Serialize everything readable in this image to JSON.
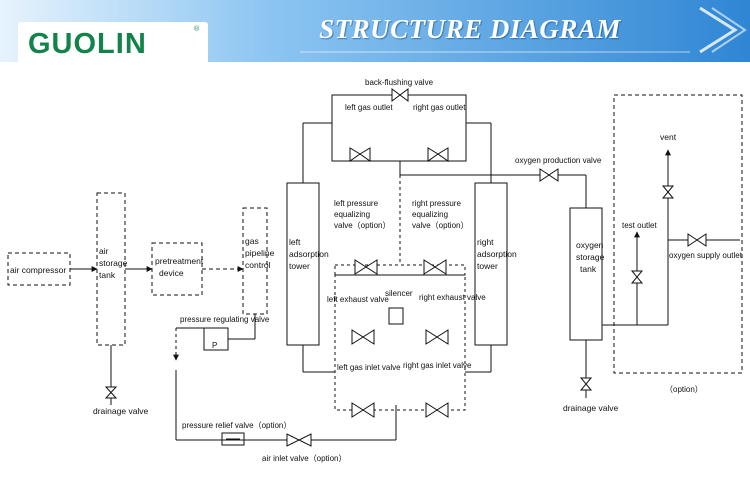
{
  "header": {
    "logo_text": "GUOLIN",
    "logo_mark": "®",
    "title": "STRUCTURE DIAGRAM"
  },
  "colors": {
    "logo_green": "#12844a",
    "banner_blue": "#2f86d4",
    "banner_light": "#8ec6f2",
    "line": "#111111"
  },
  "labels": {
    "air_compressor": "air compressor",
    "air_storage_tank": [
      "air",
      "storage",
      "tank"
    ],
    "pretreatment_device": [
      "pretreatment",
      "device"
    ],
    "gas_pipeline_control": [
      "gas",
      "pipeline",
      "control"
    ],
    "drainage_valve_left": "drainage valve",
    "pressure_regulating_valve": "pressure regulating valve",
    "regulator_mark": "P",
    "pressure_relief_valve": "pressure relief valve（option）",
    "air_inlet_valve": "air inlet valve（option）",
    "back_flushing_valve": "back-flushing valve",
    "left_gas_outlet": "left gas outlet",
    "right_gas_outlet": "right gas outlet",
    "left_adsorption_tower": [
      "left",
      "adsorption",
      "tower"
    ],
    "right_adsorption_tower": [
      "right",
      "adsorption",
      "tower"
    ],
    "left_pressure_equalizing": [
      "left pressure",
      "equalizing",
      "valve（option）"
    ],
    "right_pressure_equalizing": [
      "right pressure",
      "equalizing",
      "valve（option）"
    ],
    "silencer": "silencer",
    "left_exhaust_valve": "left exhaust valve",
    "right_exhaust_valve": "right exhaust valve",
    "left_gas_inlet_valve": "left gas inlet valve",
    "right_gas_inlet_valve": "right gas inlet valve",
    "oxygen_production_valve": "oxygen production valve",
    "oxygen_storage_tank": [
      "oxygen",
      "storage",
      "tank"
    ],
    "drainage_valve_right": "drainage valve",
    "vent": "vent",
    "test_outlet": "test outlet",
    "oxygen_supply_outlet": "oxygen supply outlet",
    "option_box": "（option）"
  }
}
